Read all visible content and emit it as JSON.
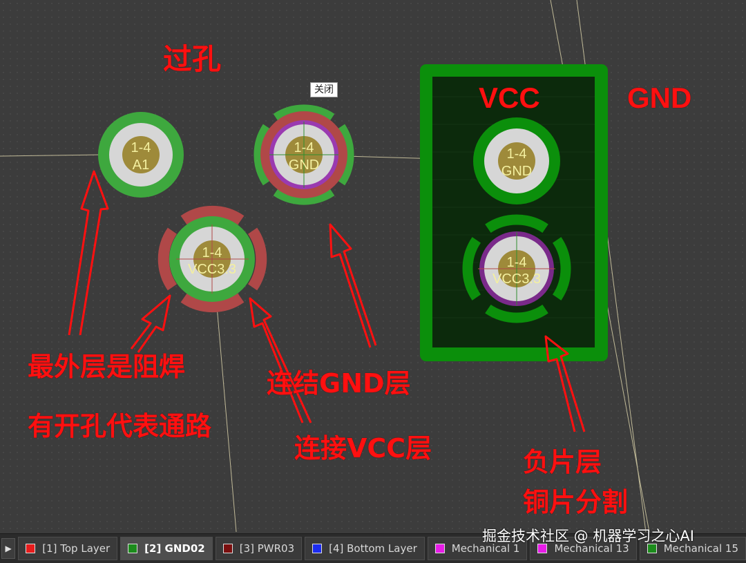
{
  "annotations": {
    "via_title": "过孔",
    "vcc_label": "VCC",
    "gnd_label": "GND",
    "solder_mask_note": "最外层是阻焊",
    "open_hole_note": "有开孔代表通路",
    "connect_gnd_note": "连结GND层",
    "connect_vcc_note": "连接VCC层",
    "negative_layer_note_1": "负片层",
    "negative_layer_note_2": "铜片分割"
  },
  "tooltip": {
    "label": "关闭"
  },
  "pads": [
    {
      "line1": "1-4",
      "line2": "A1"
    },
    {
      "line1": "1-4",
      "line2": "GND"
    },
    {
      "line1": "1-4",
      "line2": "VCC3.3"
    },
    {
      "line1": "1-4",
      "line2": "GND"
    },
    {
      "line1": "1-4",
      "line2": "VCC3.3"
    }
  ],
  "layer_tabs": [
    {
      "label": "[1] Top Layer",
      "color": "#e81c1c",
      "active": false
    },
    {
      "label": "[2] GND02",
      "color": "#1c8c1c",
      "active": true
    },
    {
      "label": "[3] PWR03",
      "color": "#7a0f0f",
      "active": false
    },
    {
      "label": "[4] Bottom Layer",
      "color": "#1c2cf0",
      "active": false
    },
    {
      "label": "Mechanical 1",
      "color": "#e81ce8",
      "active": false
    },
    {
      "label": "Mechanical 13",
      "color": "#e81ce8",
      "active": false
    },
    {
      "label": "Mechanical 15",
      "color": "#1c8c1c",
      "active": false
    }
  ],
  "colors": {
    "background": "#3c3c3c",
    "annotation_red": "#ff1010",
    "solder_mask_green": "#3ea83e",
    "pwr_relief_red": "#b04848",
    "plane_green": "#0b8f0b",
    "drill_hole": "#9e8a3a"
  },
  "watermark": "掘金技术社区 @ 机器学习之心AI"
}
